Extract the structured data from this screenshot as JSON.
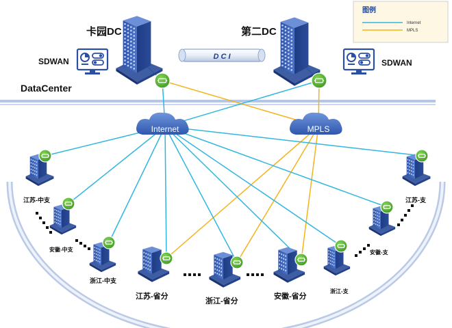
{
  "legend": {
    "title": "图例",
    "items": [
      {
        "label": "Internet",
        "color": "#2fb6e0"
      },
      {
        "label": "MPLS",
        "color": "#f2b31b"
      }
    ]
  },
  "datacenters": {
    "dc1": {
      "title": "卡园DC"
    },
    "dc2": {
      "title": "第二DC"
    }
  },
  "dci_label": "D C I",
  "sdwan_left": "SDWAN",
  "sdwan_right": "SDWAN",
  "datacenter_label": "DataCenter",
  "clouds": {
    "internet": "Internet",
    "mpls": "MPLS"
  },
  "branches": [
    {
      "id": "js_zz",
      "label": "江苏-中支",
      "mpls": false
    },
    {
      "id": "ah_zz",
      "label": "安徽-中支",
      "mpls": false
    },
    {
      "id": "zj_zz",
      "label": "浙江-中支",
      "mpls": false
    },
    {
      "id": "js_sf",
      "label": "江苏-省分",
      "mpls": true
    },
    {
      "id": "zj_sf",
      "label": "浙江-省分",
      "mpls": true
    },
    {
      "id": "ah_sf",
      "label": "安徽-省分",
      "mpls": true
    },
    {
      "id": "zj_z",
      "label": "浙江-支",
      "mpls": false
    },
    {
      "id": "ah_z",
      "label": "安徽-支",
      "mpls": false
    },
    {
      "id": "js_z",
      "label": "江苏-支",
      "mpls": false
    }
  ],
  "colors": {
    "internet": "#2fb6e0",
    "mpls": "#f2b31b",
    "building": "#3d62b8",
    "router": "#5bb531",
    "cloud": "#3f6fc2"
  }
}
